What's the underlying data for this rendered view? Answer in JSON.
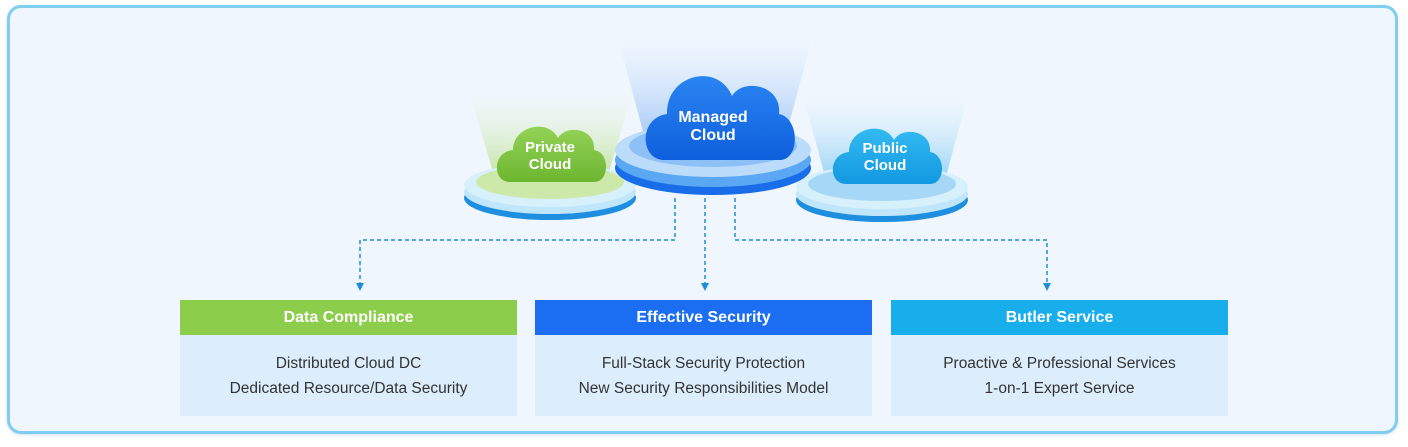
{
  "clouds": {
    "private": {
      "line1": "Private",
      "line2": "Cloud"
    },
    "managed": {
      "line1": "Managed",
      "line2": "Cloud"
    },
    "public": {
      "line1": "Public",
      "line2": "Cloud"
    }
  },
  "cards": [
    {
      "title": "Data Compliance",
      "color": "#8ccd4b",
      "lines": [
        "Distributed Cloud DC",
        "Dedicated Resource/Data Security"
      ]
    },
    {
      "title": "Effective Security",
      "color": "#1b6ef2",
      "lines": [
        "Full-Stack Security Protection",
        "New Security Responsibilities Model"
      ]
    },
    {
      "title": "Butler Service",
      "color": "#17aeeb",
      "lines": [
        "Proactive & Professional Services",
        "1-on-1 Expert Service"
      ]
    }
  ],
  "colors": {
    "frame_border": "#7fcdef",
    "background": "#eff6fd",
    "connector": "#1d8fd6",
    "private_cloud": "#7fc540",
    "managed_cloud": "#1470ea",
    "public_cloud": "#19a9ec"
  }
}
